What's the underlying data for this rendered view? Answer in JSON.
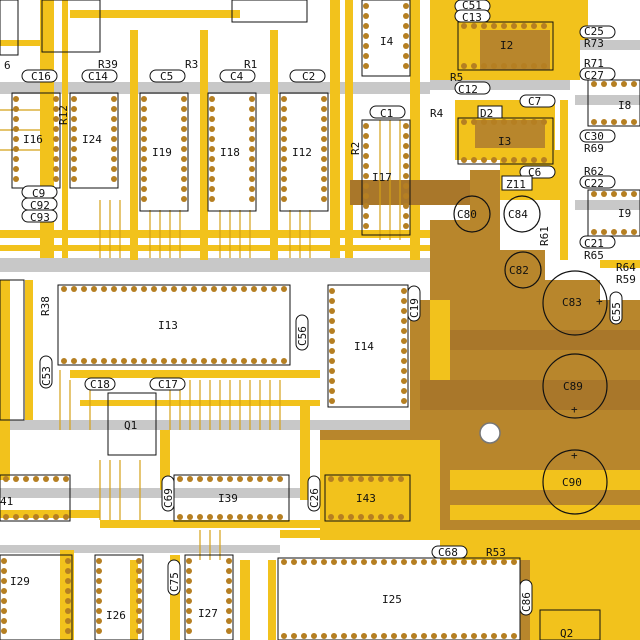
{
  "colors": {
    "background": "#ffffff",
    "trace_yellow": "#f2c21c",
    "trace_light": "#f5d76a",
    "copper_pour": "#b8862c",
    "copper_dark": "#a9772a",
    "ground_grey": "#c8c8c8",
    "pad": "#b57f22",
    "silkscreen": "#111111"
  },
  "ic_labels": {
    "i16": "I16",
    "i24": "I24",
    "i19": "I19",
    "i18": "I18",
    "i12": "I12",
    "i17": "I17",
    "i4": "I4",
    "i2": "I2",
    "i3": "I3",
    "i8": "I8",
    "i9": "I9",
    "i13": "I13",
    "i14": "I14",
    "i39": "I39",
    "i43": "I43",
    "i41": "41",
    "i29": "I29",
    "i26": "I26",
    "i27": "I27",
    "i25": "I25"
  },
  "component_labels": {
    "c6": "6",
    "c16": "C16",
    "c14": "C14",
    "r39": "R39",
    "c5": "C5",
    "r3": "R3",
    "c4": "C4",
    "r1": "R1",
    "c2": "C2",
    "c51": "C51",
    "c13": "C13",
    "c25": "C25",
    "r73": "R73",
    "r71": "R71",
    "c27": "C27",
    "r5": "R5",
    "c12": "C12",
    "c7": "C7",
    "c1": "C1",
    "r4": "R4",
    "d2": "D2",
    "c30": "C30",
    "r69": "R69",
    "r12": "R12",
    "r2": "R2",
    "c9": "C9",
    "c92": "C92",
    "c93": "C93",
    "c6b": "C6",
    "z11": "Z11",
    "r62": "R62",
    "c22": "C22",
    "c80": "C80",
    "c84": "C84",
    "r61": "R61",
    "c21": "C21",
    "r65": "R65",
    "r64": "R64",
    "r59": "R59",
    "c82": "C82",
    "r38": "R38",
    "c19": "C19",
    "c83": "C83",
    "c56": "C56",
    "c55": "C55",
    "c53": "C53",
    "c18": "C18",
    "c17": "C17",
    "q1": "Q1",
    "c89": "C89",
    "c90": "C90",
    "c69": "C69",
    "c26": "C26",
    "c68": "C68",
    "r53": "R53",
    "c75": "C75",
    "c86": "C86",
    "q2": "Q2"
  },
  "polarity_marks": {
    "c83_plus": "+",
    "c89_plus": "+",
    "c90_plus": "+"
  }
}
